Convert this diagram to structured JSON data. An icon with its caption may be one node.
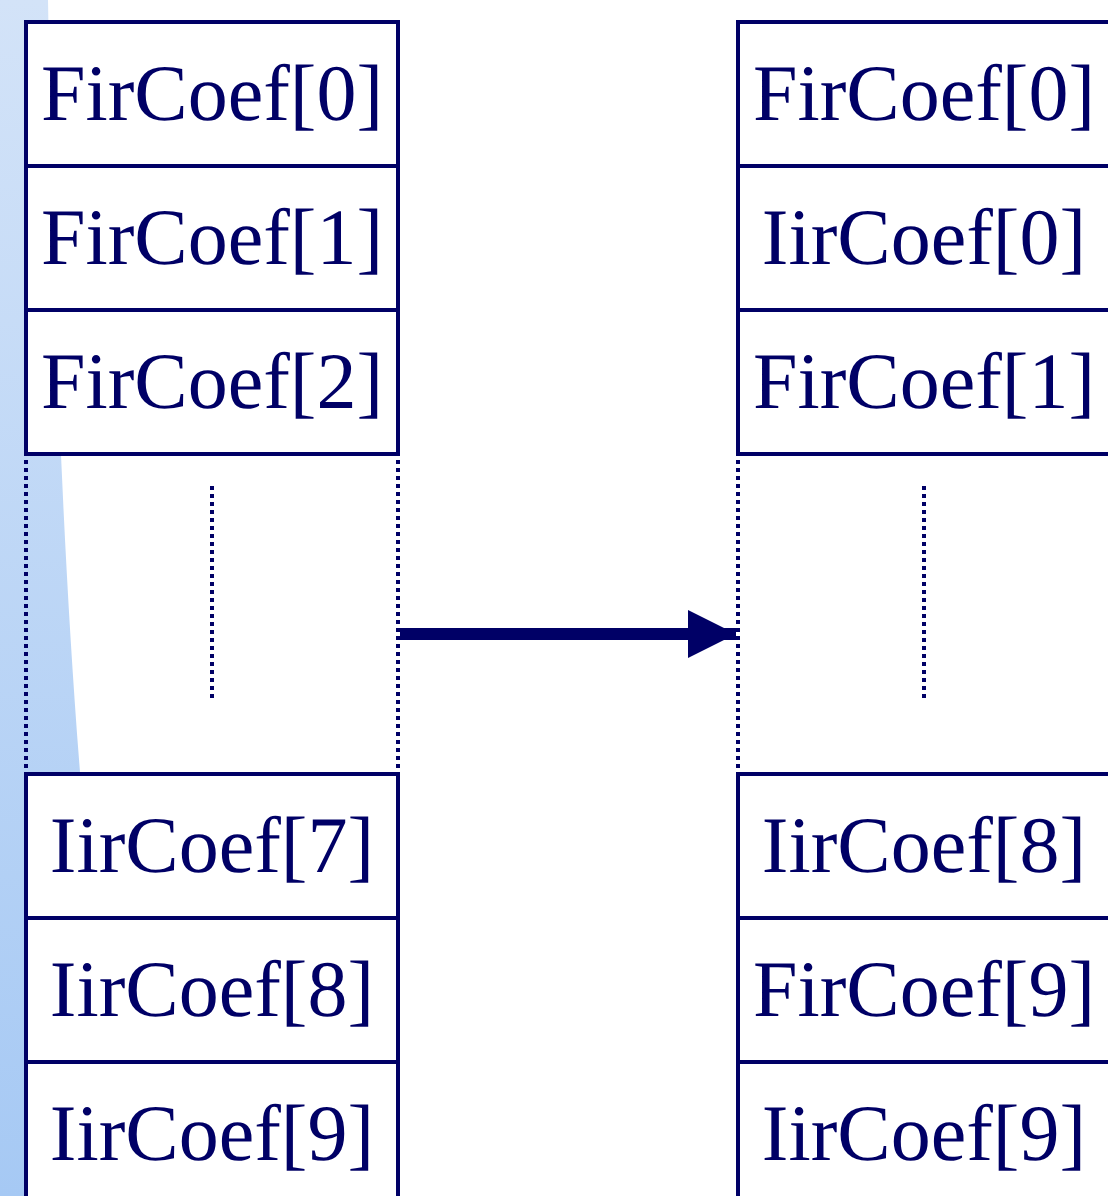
{
  "diagram": {
    "nodes": [
      {
        "text": [],
        "shape": "box"
      },
      {
        "text": [
          "FirCoef[0]"
        ],
        "in": 0
      },
      {
        "text": [
          "FirCoef[1]"
        ],
        "in": 0
      },
      {
        "text": [
          "FirCoef[2]"
        ],
        "in": 0
      },
      {
        "text": [
          "IirCoef[7]"
        ],
        "in": 0
      },
      {
        "text": [
          "IirCoef[8]"
        ],
        "in": 0
      },
      {
        "text": [
          "IirCoef[9]"
        ],
        "in": 0
      },
      {
        "text": [],
        "shape": "box"
      },
      {
        "text": [
          "FirCoef[0]"
        ],
        "in": 7
      },
      {
        "text": [
          "IirCoef[0]"
        ],
        "in": 7
      },
      {
        "text": [
          "FirCoef[1]"
        ],
        "in": 7
      },
      {
        "text": [
          "IirCoef[8]"
        ],
        "in": 7
      },
      {
        "text": [
          "FirCoef[9]"
        ],
        "in": 7
      },
      {
        "text": [
          "IirCoef[9]"
        ],
        "in": 7
      }
    ],
    "edges": [
      {
        "from": 0,
        "to": 7,
        "arrow": "to"
      }
    ]
  }
}
